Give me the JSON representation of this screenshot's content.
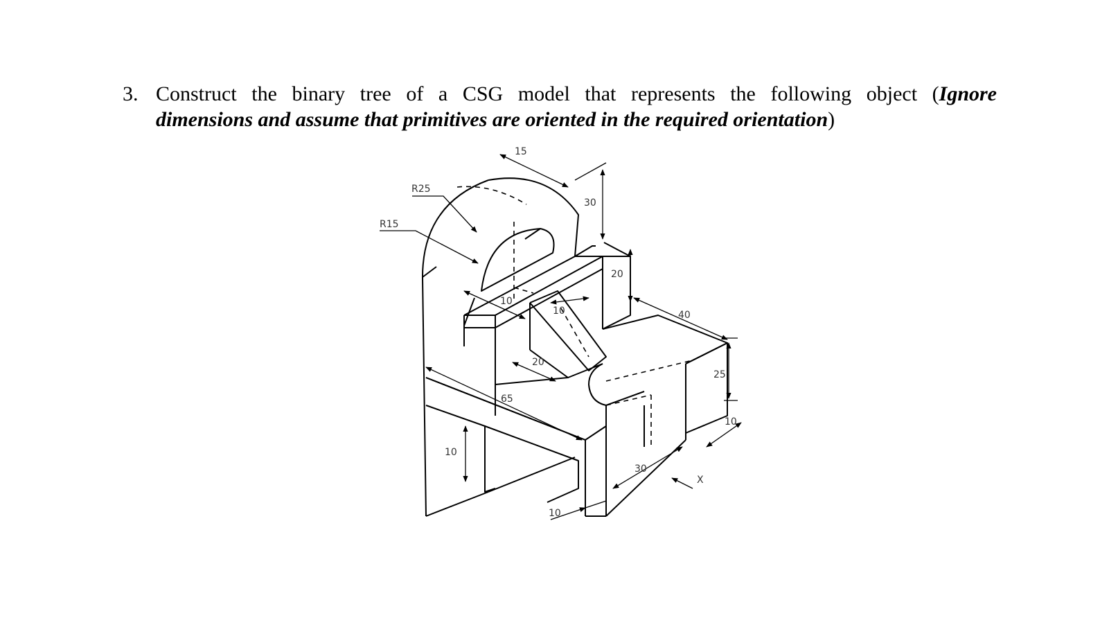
{
  "question": {
    "number": "3.",
    "text_plain": "Construct the binary tree of a CSG model that represents the following object (",
    "text_emph_line1": "Ignore",
    "text_emph_line2": "dimensions and assume that primitives are oriented in the required orientation",
    "text_close": ")"
  },
  "figure": {
    "dimensions": {
      "r25": "R25",
      "r15": "R15",
      "d15": "15",
      "d30_top": "30",
      "d20_step": "20",
      "d10_slot": "10",
      "d10_rib": "10",
      "d40": "40",
      "d20_inner": "20",
      "d25": "25",
      "d65": "65",
      "d10_right": "10",
      "d10_base": "10",
      "d30_bottom": "30",
      "d10_bottom": "10",
      "x_label": "X"
    },
    "line_color": "#000000"
  }
}
